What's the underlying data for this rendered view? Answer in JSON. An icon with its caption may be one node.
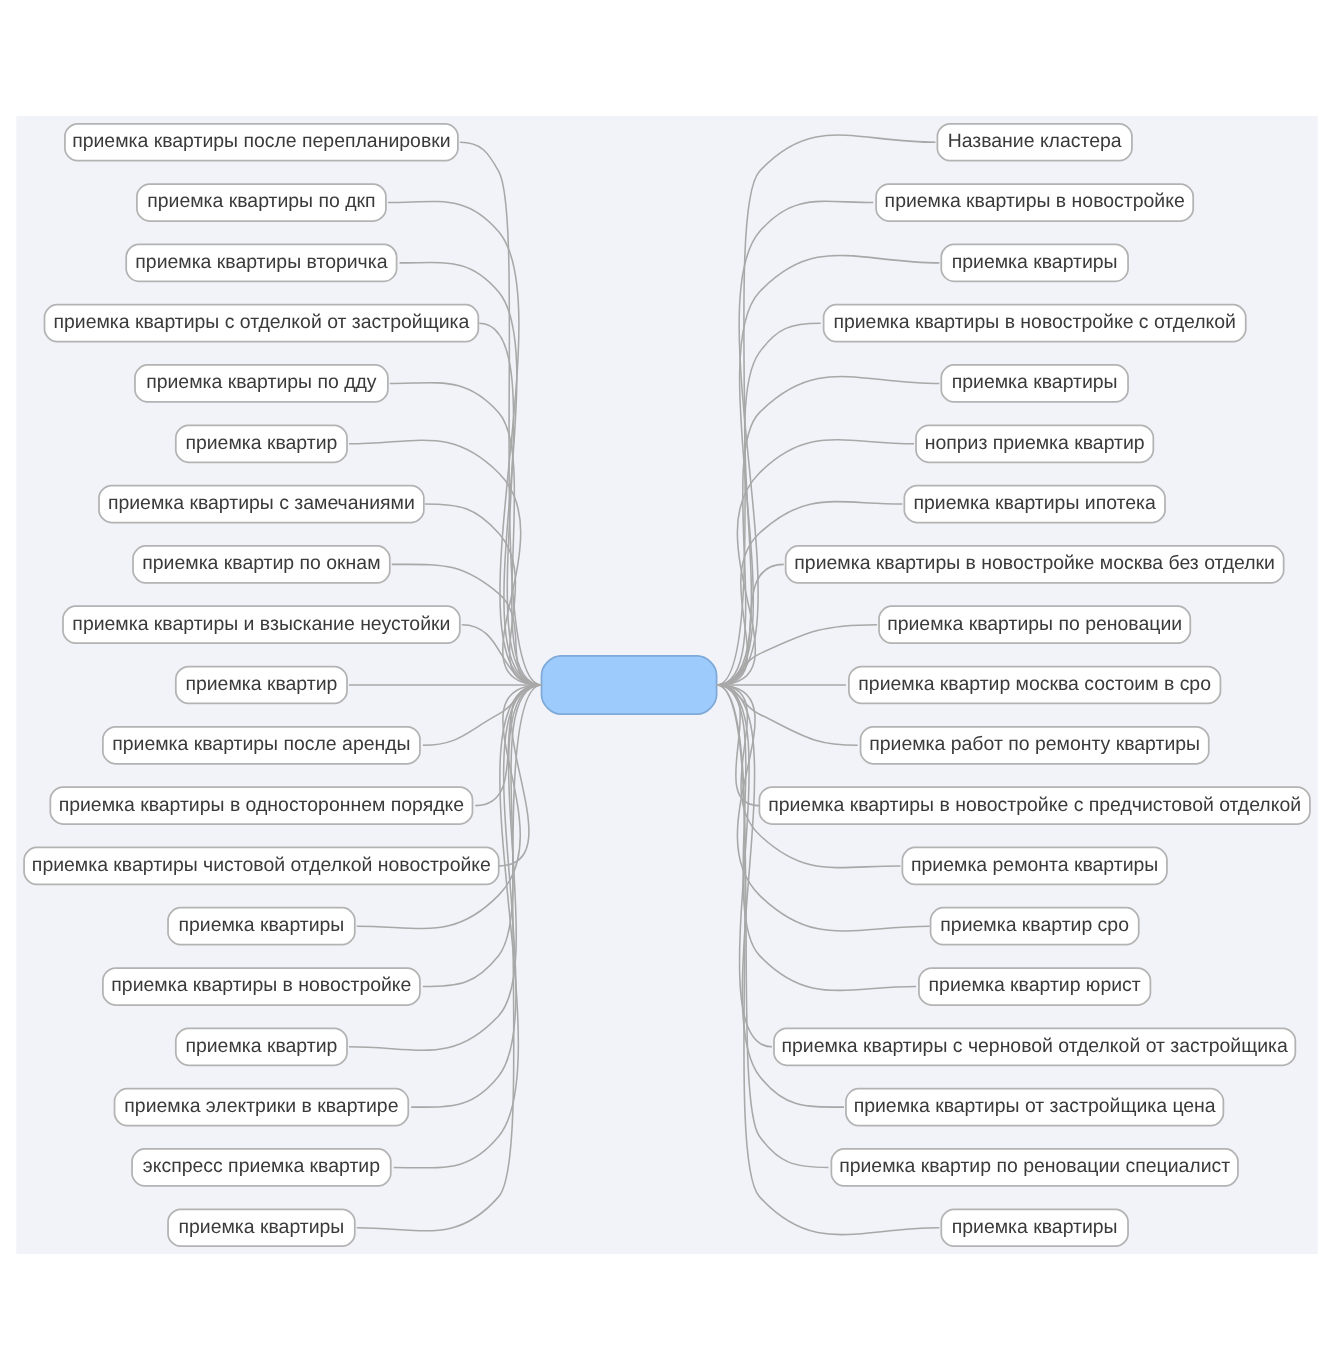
{
  "diagram": {
    "nodes": [
      {
        "text": [],
        "shape": "box"
      },
      {
        "text": [
          "приемка квартиры после перепланировки"
        ]
      },
      {
        "text": [
          "приемка квартиры по дкп"
        ]
      },
      {
        "text": [
          "приемка квартиры вторичка"
        ]
      },
      {
        "text": [
          "приемка квартиры с отделкой от застройщика"
        ]
      },
      {
        "text": [
          "приемка квартиры по дду"
        ]
      },
      {
        "text": [
          "приемка квартир"
        ]
      },
      {
        "text": [
          "приемка квартиры с замечаниями"
        ]
      },
      {
        "text": [
          "приемка квартир по окнам"
        ]
      },
      {
        "text": [
          "приемка квартиры и взыскание неустойки"
        ]
      },
      {
        "text": [
          "приемка квартир"
        ]
      },
      {
        "text": [
          "приемка квартиры после аренды"
        ]
      },
      {
        "text": [
          "приемка квартиры в одностороннем порядке"
        ]
      },
      {
        "text": [
          "приемка квартиры чистовой отделкой новостройке"
        ]
      },
      {
        "text": [
          "приемка квартиры"
        ]
      },
      {
        "text": [
          "приемка квартиры в новостройке"
        ]
      },
      {
        "text": [
          "приемка квартир"
        ]
      },
      {
        "text": [
          "приемка электрики в квартире"
        ]
      },
      {
        "text": [
          "экспресс приемка квартир"
        ]
      },
      {
        "text": [
          "приемка квартиры"
        ]
      },
      {
        "text": [
          "Название кластера"
        ]
      },
      {
        "text": [
          "приемка квартиры в новостройке"
        ]
      },
      {
        "text": [
          "приемка квартиры"
        ]
      },
      {
        "text": [
          "приемка квартиры в новостройке с отделкой"
        ]
      },
      {
        "text": [
          "приемка квартиры"
        ]
      },
      {
        "text": [
          "ноприз приемка квартир"
        ]
      },
      {
        "text": [
          "приемка квартиры ипотека"
        ]
      },
      {
        "text": [
          "приемка квартиры в новостройке москва без отделки"
        ]
      },
      {
        "text": [
          "приемка квартиры по реновации"
        ]
      },
      {
        "text": [
          "приемка квартир москва состоим в сро"
        ]
      },
      {
        "text": [
          "приемка работ по ремонту квартиры"
        ]
      },
      {
        "text": [
          "приемка квартиры в новостройке с предчистовой отделкой"
        ]
      },
      {
        "text": [
          "приемка ремонта квартиры"
        ]
      },
      {
        "text": [
          "приемка квартир сро"
        ]
      },
      {
        "text": [
          "приемка квартир юрист"
        ]
      },
      {
        "text": [
          "приемка квартиры с черновой отделкой от застройщика"
        ]
      },
      {
        "text": [
          "приемка квартиры от застройщика цена"
        ]
      },
      {
        "text": [
          "приемка квартир по реновации специалист"
        ]
      },
      {
        "text": [
          "приемка квартиры"
        ]
      }
    ],
    "edges": [
      {
        "from": 0,
        "to": 1,
        "arrow": "none"
      },
      {
        "from": 0,
        "to": 2,
        "arrow": "none"
      },
      {
        "from": 0,
        "to": 3,
        "arrow": "none"
      },
      {
        "from": 0,
        "to": 4,
        "arrow": "none"
      },
      {
        "from": 0,
        "to": 5,
        "arrow": "none"
      },
      {
        "from": 0,
        "to": 6,
        "arrow": "none"
      },
      {
        "from": 0,
        "to": 7,
        "arrow": "none"
      },
      {
        "from": 0,
        "to": 8,
        "arrow": "none"
      },
      {
        "from": 0,
        "to": 9,
        "arrow": "none"
      },
      {
        "from": 0,
        "to": 10,
        "arrow": "none"
      },
      {
        "from": 0,
        "to": 11,
        "arrow": "none"
      },
      {
        "from": 0,
        "to": 12,
        "arrow": "none"
      },
      {
        "from": 0,
        "to": 13,
        "arrow": "none"
      },
      {
        "from": 0,
        "to": 14,
        "arrow": "none"
      },
      {
        "from": 0,
        "to": 15,
        "arrow": "none"
      },
      {
        "from": 0,
        "to": 16,
        "arrow": "none"
      },
      {
        "from": 0,
        "to": 17,
        "arrow": "none"
      },
      {
        "from": 0,
        "to": 18,
        "arrow": "none"
      },
      {
        "from": 0,
        "to": 19,
        "arrow": "none"
      },
      {
        "from": 0,
        "to": 20,
        "arrow": "none"
      },
      {
        "from": 0,
        "to": 21,
        "arrow": "none"
      },
      {
        "from": 0,
        "to": 22,
        "arrow": "none"
      },
      {
        "from": 0,
        "to": 23,
        "arrow": "none"
      },
      {
        "from": 0,
        "to": 24,
        "arrow": "none"
      },
      {
        "from": 0,
        "to": 25,
        "arrow": "none"
      },
      {
        "from": 0,
        "to": 26,
        "arrow": "none"
      },
      {
        "from": 0,
        "to": 27,
        "arrow": "none"
      },
      {
        "from": 0,
        "to": 28,
        "arrow": "none"
      },
      {
        "from": 0,
        "to": 29,
        "arrow": "none"
      },
      {
        "from": 0,
        "to": 30,
        "arrow": "none"
      },
      {
        "from": 0,
        "to": 31,
        "arrow": "none"
      },
      {
        "from": 0,
        "to": 32,
        "arrow": "none"
      },
      {
        "from": 0,
        "to": 33,
        "arrow": "none"
      },
      {
        "from": 0,
        "to": 34,
        "arrow": "none"
      },
      {
        "from": 0,
        "to": 35,
        "arrow": "none"
      },
      {
        "from": 0,
        "to": 36,
        "arrow": "none"
      },
      {
        "from": 0,
        "to": 37,
        "arrow": "none"
      },
      {
        "from": 0,
        "to": 38,
        "arrow": "none"
      }
    ]
  }
}
